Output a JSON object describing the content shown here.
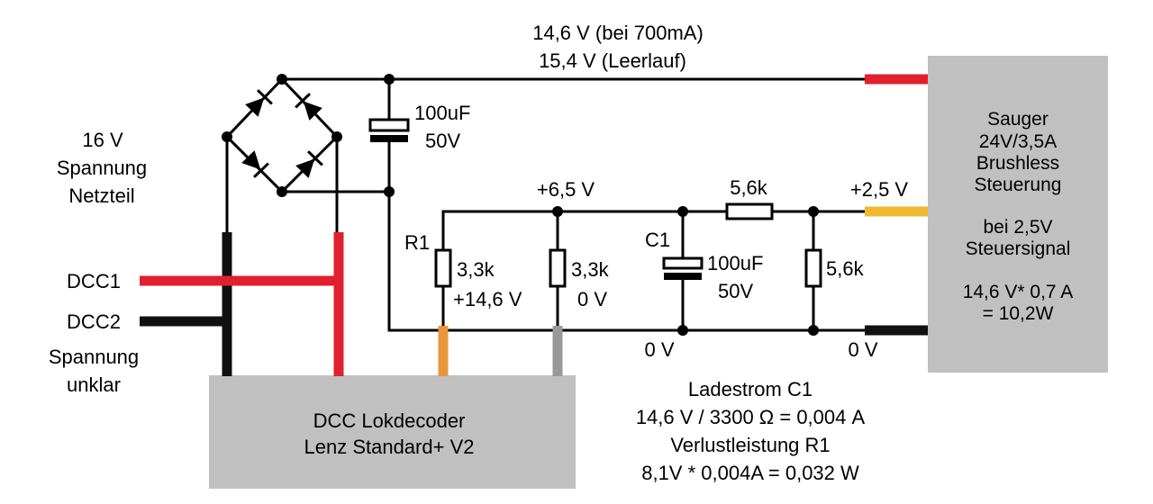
{
  "colors": {
    "dcc1": "#e0202e",
    "dcc2": "#111111",
    "signal_out": "#f0b830",
    "decoder_r1_tap": "#e8963c",
    "decoder_r2_tap": "#999999",
    "box": "#c0c0c0"
  },
  "supply": {
    "voltage_line1": "14,6 V (bei 700mA)",
    "voltage_line2": "15,4 V (Leerlauf)",
    "input_line1": "16 V",
    "input_line2": "Spannung",
    "input_line3": "Netzteil"
  },
  "dcc": {
    "dcc1_label": "DCC1",
    "dcc2_label": "DCC2",
    "note_line1": "Spannung",
    "note_line2": "unklar"
  },
  "capacitor_main": {
    "value": "100uF",
    "voltage": "50V"
  },
  "divider": {
    "node_voltage": "+6,5 V",
    "r1_name": "R1",
    "r1_value": "3,3k",
    "r1_voltage": "+14,6 V",
    "r2_value": "3,3k",
    "r2_voltage": "0 V",
    "c1_name": "C1",
    "c1_value": "100uF",
    "c1_voltage": "50V",
    "r_series_value": "5,6k",
    "r_shunt_value": "5,6k",
    "out_voltage": "+2,5 V",
    "gnd_label_1": "0 V",
    "gnd_label_2": "0 V"
  },
  "sauger": {
    "line1": "Sauger",
    "line2": "24V/3,5A",
    "line3": "Brushless",
    "line4": "Steuerung",
    "line5": "bei 2,5V",
    "line6": "Steuersignal",
    "line7": "14,6 V* 0,7 A",
    "line8": "= 10,2W"
  },
  "decoder": {
    "line1": "DCC Lokdecoder",
    "line2": "Lenz Standard+ V2"
  },
  "notes": {
    "line1": "Ladestrom C1",
    "line2": "14,6 V / 3300 Ω = 0,004 A",
    "line3": "Verlustleistung R1",
    "line4": "8,1V * 0,004A = 0,032 W"
  }
}
